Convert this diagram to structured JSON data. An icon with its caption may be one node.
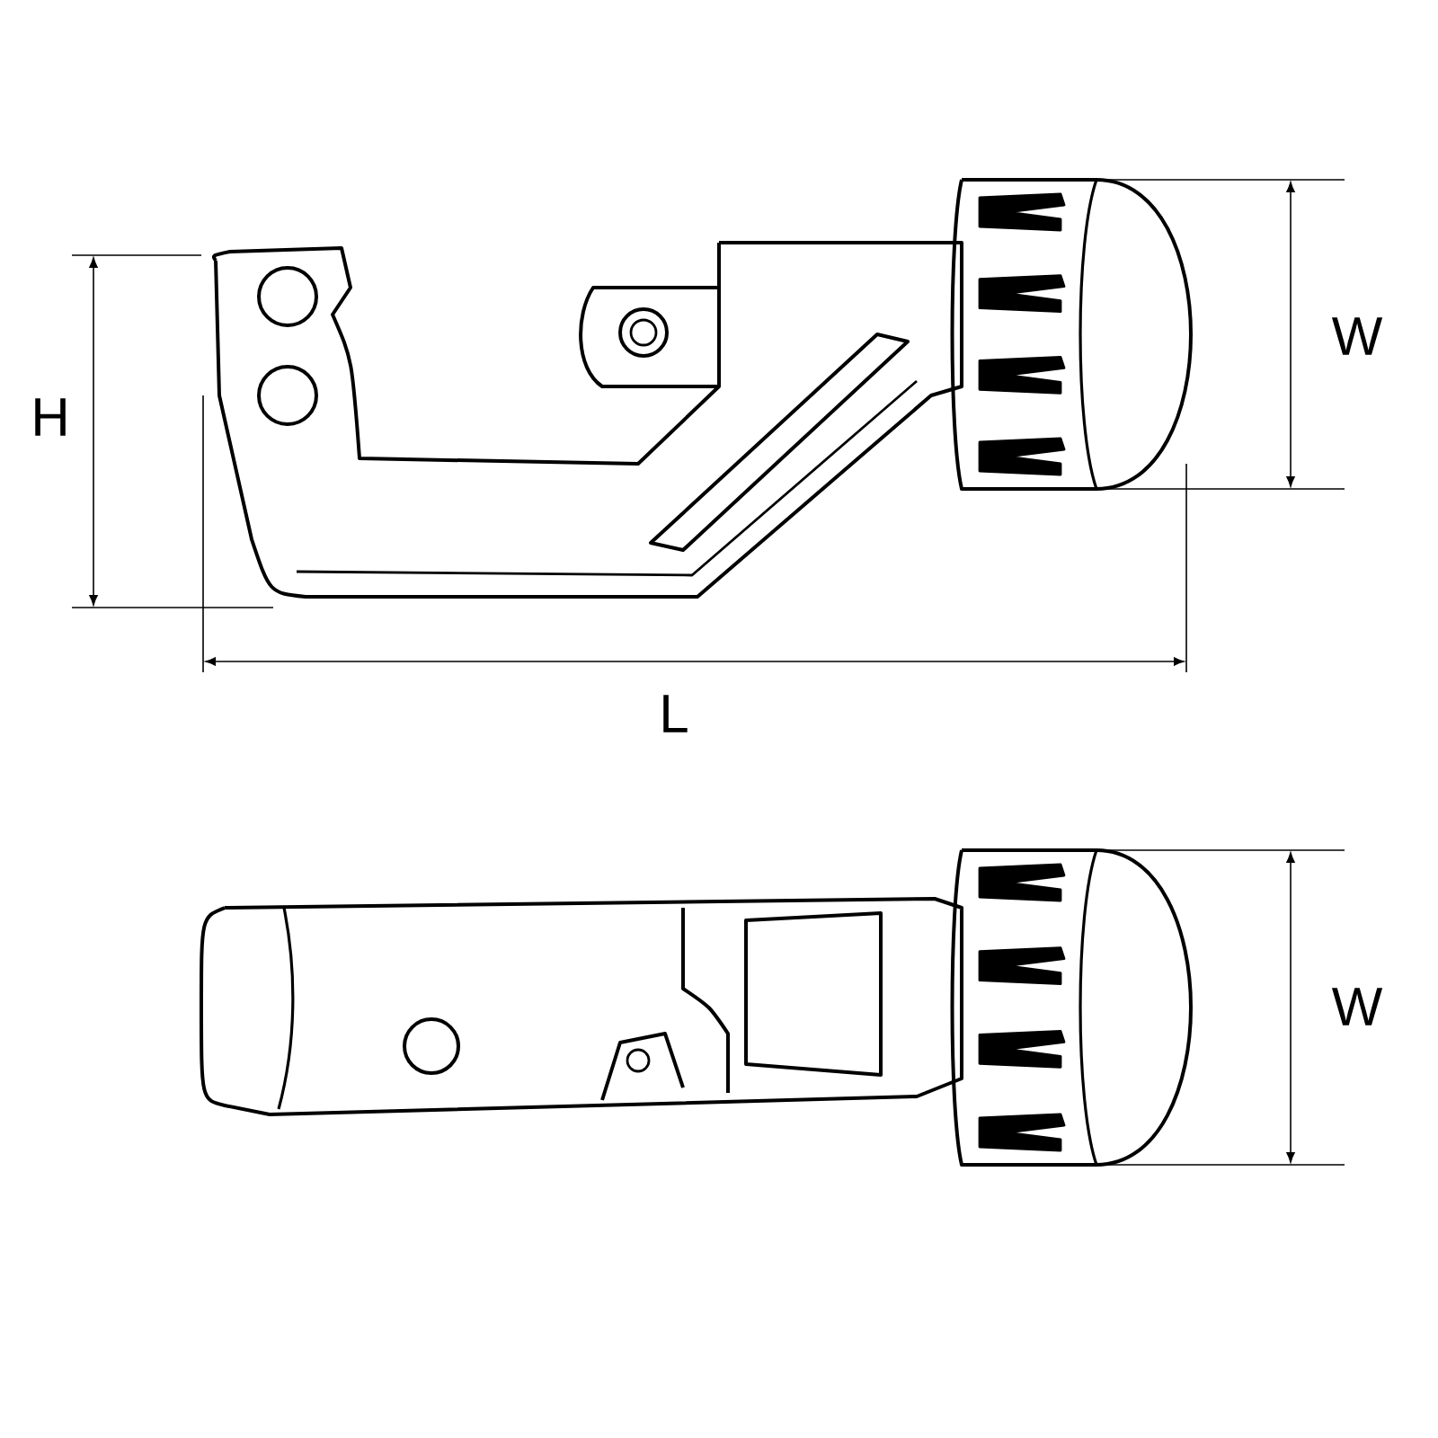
{
  "diagram": {
    "labels": [
      "H",
      "W",
      "L",
      "W"
    ]
  }
}
